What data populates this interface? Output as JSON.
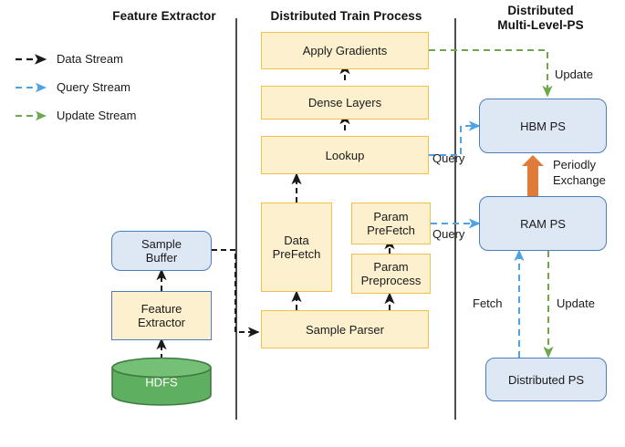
{
  "columns": [
    {
      "id": "feature-extractor",
      "title": "Feature Extractor"
    },
    {
      "id": "distributed-train-process",
      "title": "Distributed Train Process"
    },
    {
      "id": "distributed-multi-level-ps",
      "title": "Distributed\nMulti-Level-PS"
    }
  ],
  "legend": {
    "items": [
      {
        "id": "data-stream",
        "label": "Data Stream",
        "color": "#1a1a1a"
      },
      {
        "id": "query-stream",
        "label": "Query Stream",
        "color": "#4FA3E3"
      },
      {
        "id": "update-stream",
        "label": "Update Stream",
        "color": "#6FA84C"
      }
    ]
  },
  "nodes": {
    "sample_buffer": "Sample\nBuffer",
    "feature_extractor": "Feature\nExtractor",
    "hdfs": "HDFS",
    "apply_gradients": "Apply Gradients",
    "dense_layers": "Dense Layers",
    "lookup": "Lookup",
    "data_prefetch": "Data\nPreFetch",
    "param_prefetch": "Param\nPreFetch",
    "param_preprocess": "Param\nPreprocess",
    "sample_parser": "Sample Parser",
    "hbm_ps": "HBM PS",
    "ram_ps": "RAM PS",
    "distributed_ps": "Distributed PS"
  },
  "edge_labels": {
    "update_top": "Update",
    "query_hbm": "Query",
    "query_ram": "Query",
    "periodly_exchange": "Periodly\nExchange",
    "fetch_bottom": "Fetch",
    "update_bottom": "Update"
  },
  "colors": {
    "data_stream": "#1a1a1a",
    "query_stream": "#4FA3E3",
    "update_stream": "#6FA84C",
    "exchange_arrow": "#E07B39",
    "box_yellow_fill": "#FDF0CE",
    "box_yellow_border": "#F2C14B",
    "box_blue_fill": "#DEE7F4",
    "box_blue_border": "#4A7EBB",
    "cylinder_body": "#5FAF61",
    "cylinder_top": "#74C076",
    "cylinder_border": "#3F7A42",
    "divider": "#4d4d4d"
  }
}
